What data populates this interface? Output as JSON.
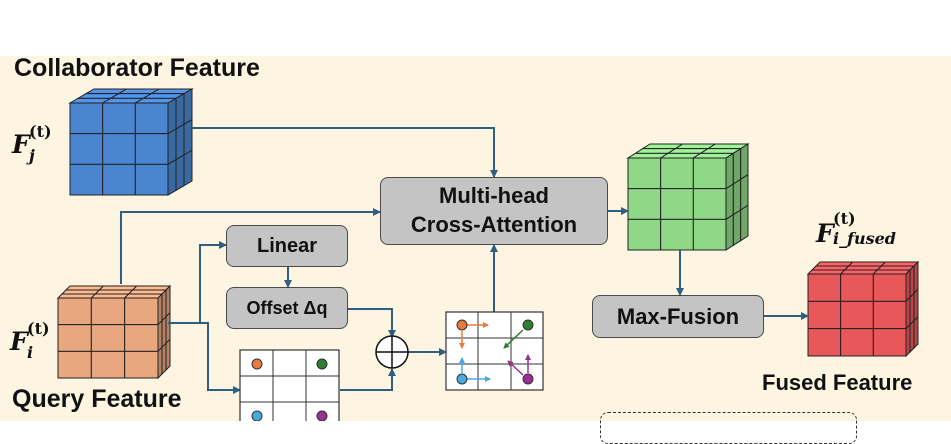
{
  "labels": {
    "collaborator_feature": "Collaborator Feature",
    "query_feature": "Query Feature",
    "fused_feature": "Fused Feature"
  },
  "math": {
    "fj": {
      "base": "F",
      "sup": "(t)",
      "sub": "j"
    },
    "fi": {
      "base": "F",
      "sup": "(t)",
      "sub": "i"
    },
    "ffused": {
      "base": "F",
      "sup": "(t)",
      "sub": "i_fused"
    }
  },
  "boxes": {
    "mhca_line1": "Multi-head",
    "mhca_line2": "Cross-Attention",
    "linear": "Linear",
    "offset": "Offset Δq",
    "max_fusion": "Max-Fusion"
  },
  "colors": {
    "background_panel": "#fdf5e2",
    "collaborator_cube": "#4a86d0",
    "query_cube": "#e8a77f",
    "attention_cube": "#8fd888",
    "fused_cube": "#e8585a",
    "arrow": "#2f5f80",
    "box_fill": "#c4c4c4",
    "point_orange": "#e87a3c",
    "point_green": "#2f7d32",
    "point_blue": "#4aa8e0",
    "point_purple": "#9a2f92"
  }
}
